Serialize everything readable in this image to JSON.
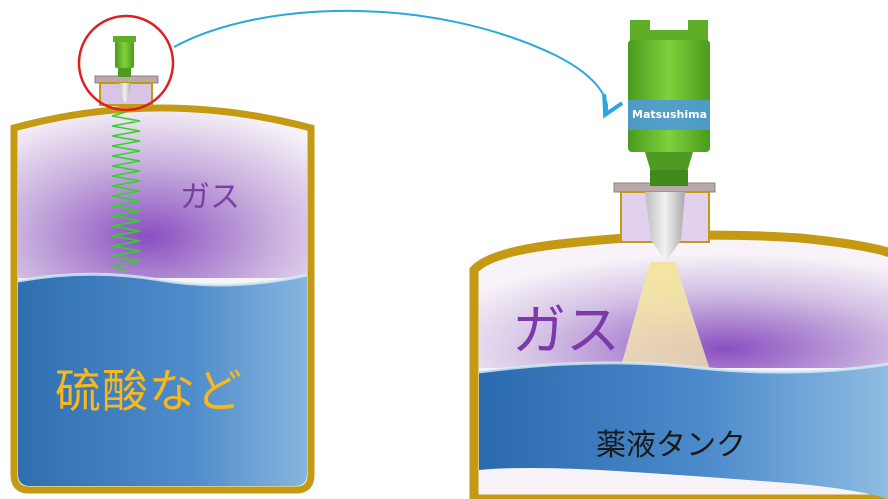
{
  "left_tank": {
    "gas_label": "ガス",
    "liquid_label": "硫酸など"
  },
  "right_tank": {
    "gas_label": "ガス",
    "liquid_label": "薬液タンク"
  },
  "sensor": {
    "brand_text": "Matsushima"
  },
  "colors": {
    "tank_wall": "#c39a12",
    "liquid_dark": "#2f6fb0",
    "liquid_light": "#86b6de",
    "gas_purple": "#8a4fc0",
    "sensor_green": "#6cbf30",
    "arrow_blue": "#2aa7df",
    "highlight_circle": "#e02020",
    "wave_green": "#34d12c",
    "acid_label": "#f6b81d"
  }
}
